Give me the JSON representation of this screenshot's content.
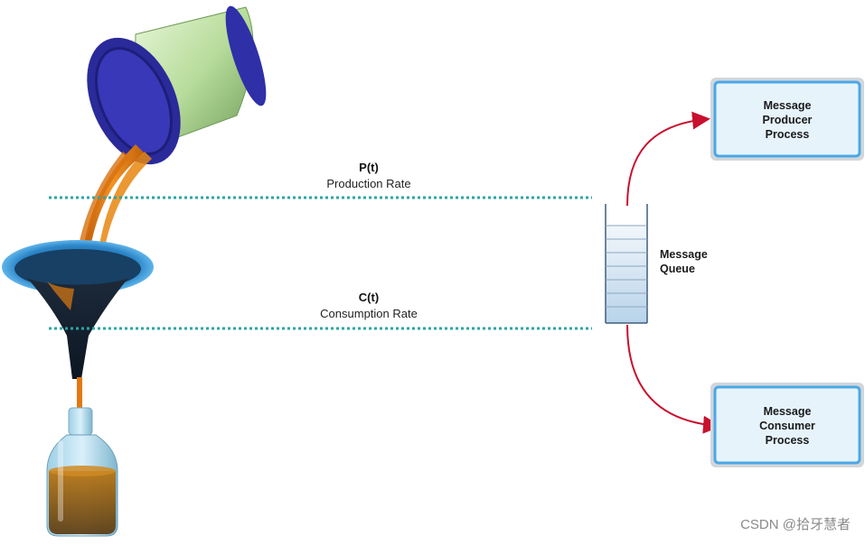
{
  "rates": {
    "production_symbol": "P(t)",
    "production_label": "Production Rate",
    "consumption_symbol": "C(t)",
    "consumption_label": "Consumption Rate"
  },
  "queue": {
    "label_line1": "Message",
    "label_line2": "Queue"
  },
  "producer": {
    "line1": "Message",
    "line2": "Producer",
    "line3": "Process"
  },
  "consumer": {
    "line1": "Message",
    "line2": "Consumer",
    "line3": "Process"
  },
  "watermark": "CSDN @拾牙慧者",
  "colors": {
    "dotted_line": "#2aa6a4",
    "arrow": "#c8102e",
    "box_border": "#4aa8e8",
    "box_fill": "#e6f3fb",
    "liquid": "#e07a10",
    "can_body": "#b8dc9e",
    "can_rim": "#3030a0",
    "funnel": "#2f7fc0"
  }
}
